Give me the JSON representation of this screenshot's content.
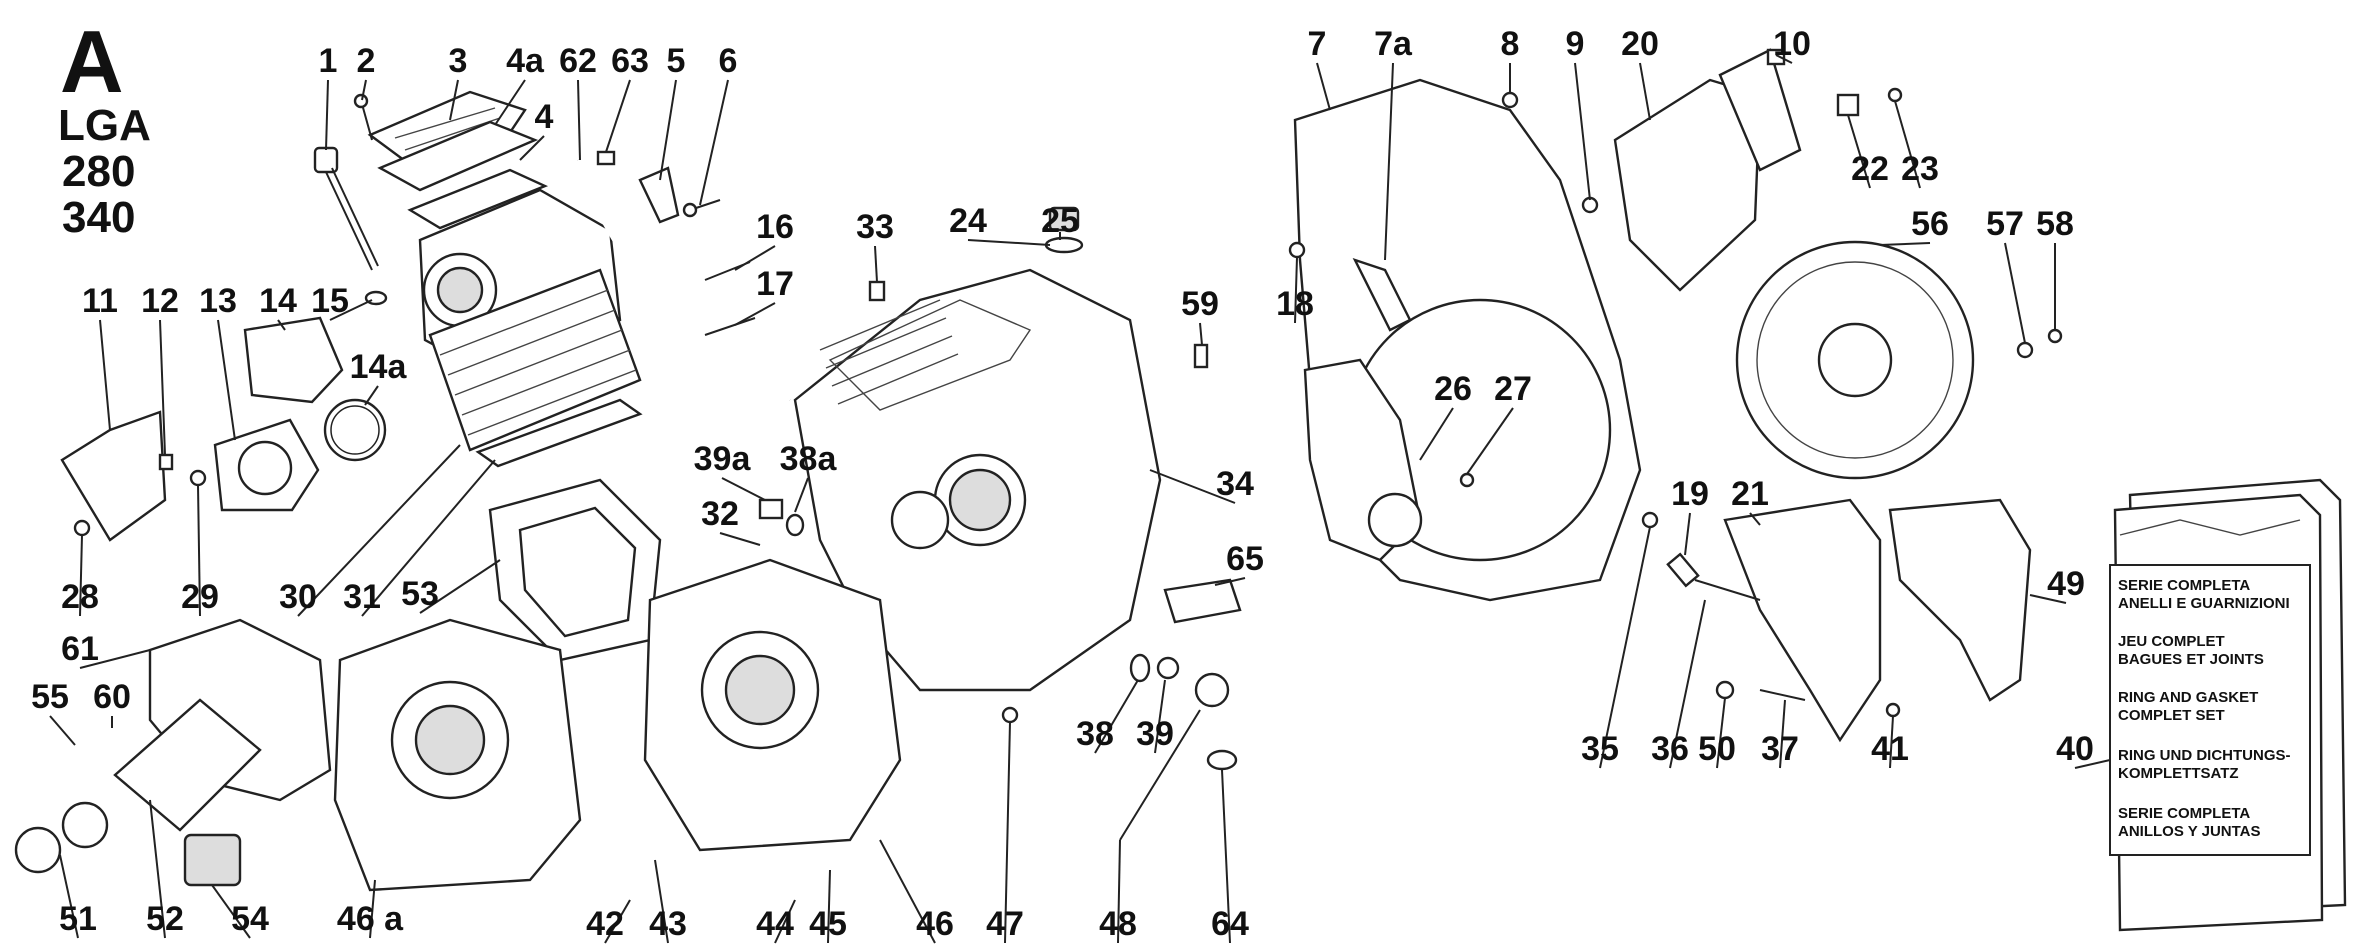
{
  "header": {
    "letter": "A",
    "model": "LGA",
    "variants": [
      "280",
      "340"
    ]
  },
  "callouts": [
    {
      "id": "1",
      "label": "1"
    },
    {
      "id": "2",
      "label": "2"
    },
    {
      "id": "3",
      "label": "3"
    },
    {
      "id": "4a",
      "label": "4a"
    },
    {
      "id": "62",
      "label": "62"
    },
    {
      "id": "63",
      "label": "63"
    },
    {
      "id": "5",
      "label": "5"
    },
    {
      "id": "6",
      "label": "6"
    },
    {
      "id": "4",
      "label": "4"
    },
    {
      "id": "16",
      "label": "16"
    },
    {
      "id": "17",
      "label": "17"
    },
    {
      "id": "15",
      "label": "15"
    },
    {
      "id": "11",
      "label": "11"
    },
    {
      "id": "12",
      "label": "12"
    },
    {
      "id": "13",
      "label": "13"
    },
    {
      "id": "14",
      "label": "14"
    },
    {
      "id": "14a",
      "label": "14a"
    },
    {
      "id": "28",
      "label": "28"
    },
    {
      "id": "29",
      "label": "29"
    },
    {
      "id": "30",
      "label": "30"
    },
    {
      "id": "31",
      "label": "31"
    },
    {
      "id": "33",
      "label": "33"
    },
    {
      "id": "24",
      "label": "24"
    },
    {
      "id": "25",
      "label": "25"
    },
    {
      "id": "59",
      "label": "59"
    },
    {
      "id": "39a",
      "label": "39a"
    },
    {
      "id": "38a",
      "label": "38a"
    },
    {
      "id": "32",
      "label": "32"
    },
    {
      "id": "34",
      "label": "34"
    },
    {
      "id": "53",
      "label": "53"
    },
    {
      "id": "65",
      "label": "65"
    },
    {
      "id": "61",
      "label": "61"
    },
    {
      "id": "55",
      "label": "55"
    },
    {
      "id": "60",
      "label": "60"
    },
    {
      "id": "38",
      "label": "38"
    },
    {
      "id": "39",
      "label": "39"
    },
    {
      "id": "51",
      "label": "51"
    },
    {
      "id": "52",
      "label": "52"
    },
    {
      "id": "54",
      "label": "54"
    },
    {
      "id": "46a",
      "label": "46 a"
    },
    {
      "id": "42",
      "label": "42"
    },
    {
      "id": "43",
      "label": "43"
    },
    {
      "id": "44",
      "label": "44"
    },
    {
      "id": "45",
      "label": "45"
    },
    {
      "id": "46",
      "label": "46"
    },
    {
      "id": "47",
      "label": "47"
    },
    {
      "id": "48",
      "label": "48"
    },
    {
      "id": "64",
      "label": "64"
    },
    {
      "id": "7",
      "label": "7"
    },
    {
      "id": "7a",
      "label": "7a"
    },
    {
      "id": "8",
      "label": "8"
    },
    {
      "id": "9",
      "label": "9"
    },
    {
      "id": "20",
      "label": "20"
    },
    {
      "id": "10",
      "label": "10"
    },
    {
      "id": "22",
      "label": "22"
    },
    {
      "id": "23",
      "label": "23"
    },
    {
      "id": "18",
      "label": "18"
    },
    {
      "id": "56",
      "label": "56"
    },
    {
      "id": "57",
      "label": "57"
    },
    {
      "id": "58",
      "label": "58"
    },
    {
      "id": "26",
      "label": "26"
    },
    {
      "id": "27",
      "label": "27"
    },
    {
      "id": "19",
      "label": "19"
    },
    {
      "id": "21",
      "label": "21"
    },
    {
      "id": "49",
      "label": "49"
    },
    {
      "id": "35",
      "label": "35"
    },
    {
      "id": "36",
      "label": "36"
    },
    {
      "id": "50",
      "label": "50"
    },
    {
      "id": "37",
      "label": "37"
    },
    {
      "id": "41",
      "label": "41"
    },
    {
      "id": "40",
      "label": "40"
    }
  ],
  "gasket_kit": {
    "lines": [
      [
        "SERIE COMPLETA",
        "ANELLI E GUARNIZIONI"
      ],
      [
        "JEU COMPLET",
        "BAGUES ET JOINTS"
      ],
      [
        "RING AND GASKET",
        "COMPLET SET"
      ],
      [
        "RING UND DICHTUNGS-",
        "KOMPLETTSATZ"
      ],
      [
        "SERIE COMPLETA",
        "ANILLOS Y JUNTAS"
      ]
    ]
  }
}
